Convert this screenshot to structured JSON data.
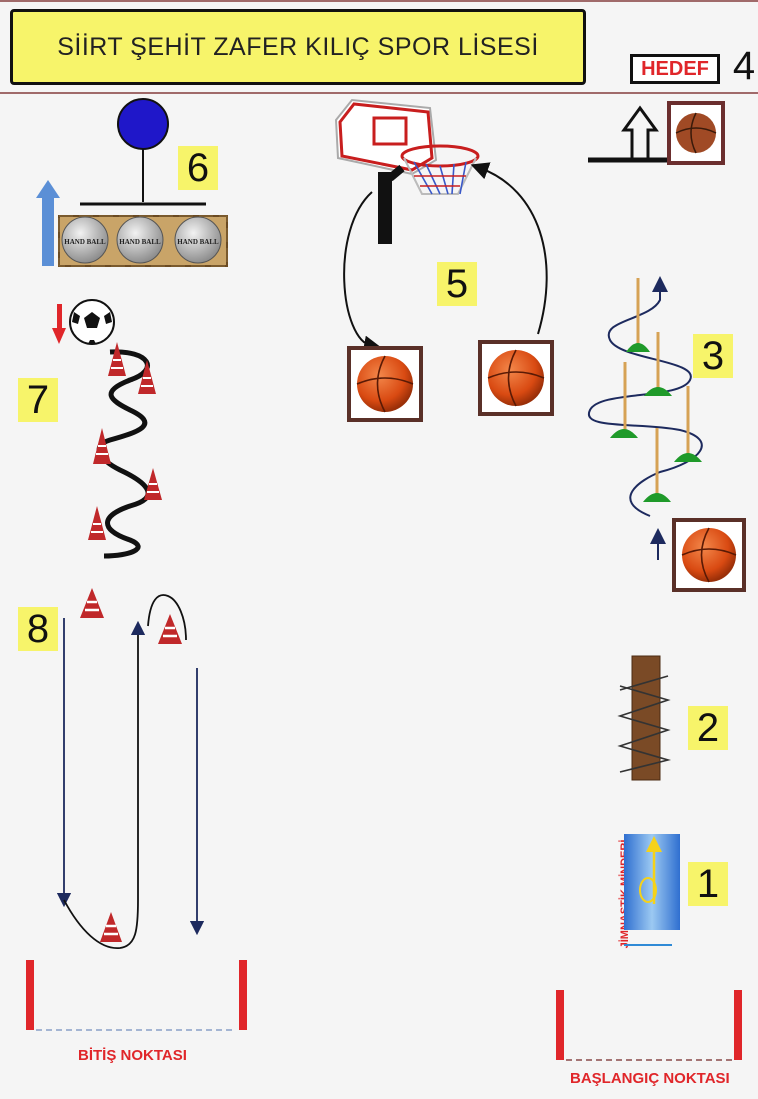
{
  "title": "SİİRT ŞEHİT ZAFER KILIÇ SPOR LİSESİ",
  "target_label": "HEDEF",
  "mat_label": "JİMNASTİK MİNDERİ",
  "start_label": "BAŞLANGIÇ NOKTASI",
  "finish_label": "BİTİŞ NOKTASI",
  "ball_labels": [
    "HAND BALL",
    "HAND BALL",
    "HAND BALL"
  ],
  "stations": [
    "1",
    "2",
    "3",
    "4",
    "5",
    "6",
    "7",
    "8"
  ],
  "colors": {
    "label_yellow": "#f7f46a",
    "accent_red": "#e0262a",
    "basketball": "#e0561c",
    "cone_green": "#1f9a2a",
    "cone_red": "#c0282a",
    "arrow_blue": "#2e5fa8",
    "wood": "#7a4a26"
  }
}
